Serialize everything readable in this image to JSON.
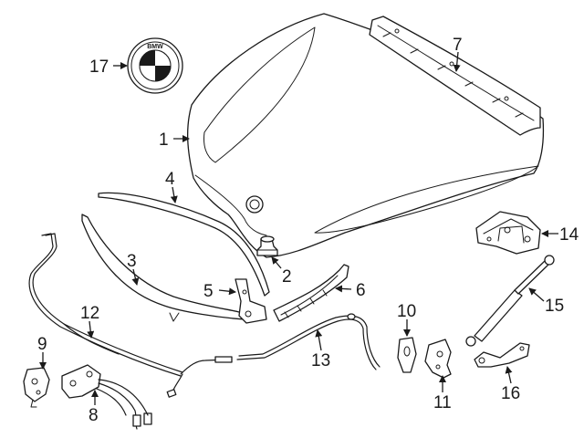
{
  "diagram": {
    "colors": {
      "line": "#1a1a1a",
      "background": "#ffffff"
    },
    "emblem": {
      "label": "BMW"
    },
    "callouts": [
      {
        "id": "c1",
        "text": "1"
      },
      {
        "id": "c2",
        "text": "2"
      },
      {
        "id": "c3",
        "text": "3"
      },
      {
        "id": "c4",
        "text": "4"
      },
      {
        "id": "c5",
        "text": "5"
      },
      {
        "id": "c6",
        "text": "6"
      },
      {
        "id": "c7",
        "text": "7"
      },
      {
        "id": "c8",
        "text": "8"
      },
      {
        "id": "c9",
        "text": "9"
      },
      {
        "id": "c10",
        "text": "10"
      },
      {
        "id": "c11",
        "text": "11"
      },
      {
        "id": "c12",
        "text": "12"
      },
      {
        "id": "c13",
        "text": "13"
      },
      {
        "id": "c14",
        "text": "14"
      },
      {
        "id": "c15",
        "text": "15"
      },
      {
        "id": "c16",
        "text": "16"
      },
      {
        "id": "c17",
        "text": "17"
      }
    ]
  }
}
